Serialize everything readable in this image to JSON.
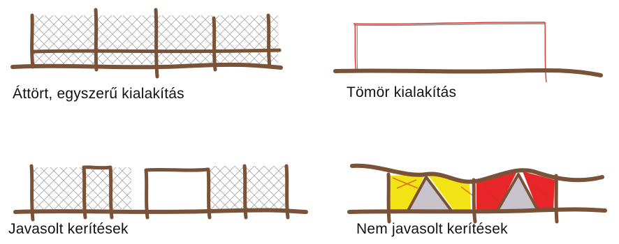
{
  "panels": [
    {
      "id": "open-simple",
      "caption": "Áttört, egyszerű kialakítás"
    },
    {
      "id": "solid",
      "caption": "Tömör kialakítás"
    },
    {
      "id": "recommended",
      "caption": "Javasolt kerítések"
    },
    {
      "id": "not-recommended",
      "caption": "Nem javasolt kerítések"
    }
  ],
  "colors": {
    "marker_brown": "#7a5238",
    "mesh_grey": "#9c9c9c",
    "red_line": "#d9342b",
    "fill_yellow": "#f2e414",
    "fill_red": "#e8262a",
    "fill_grey": "#c9c3cc"
  }
}
